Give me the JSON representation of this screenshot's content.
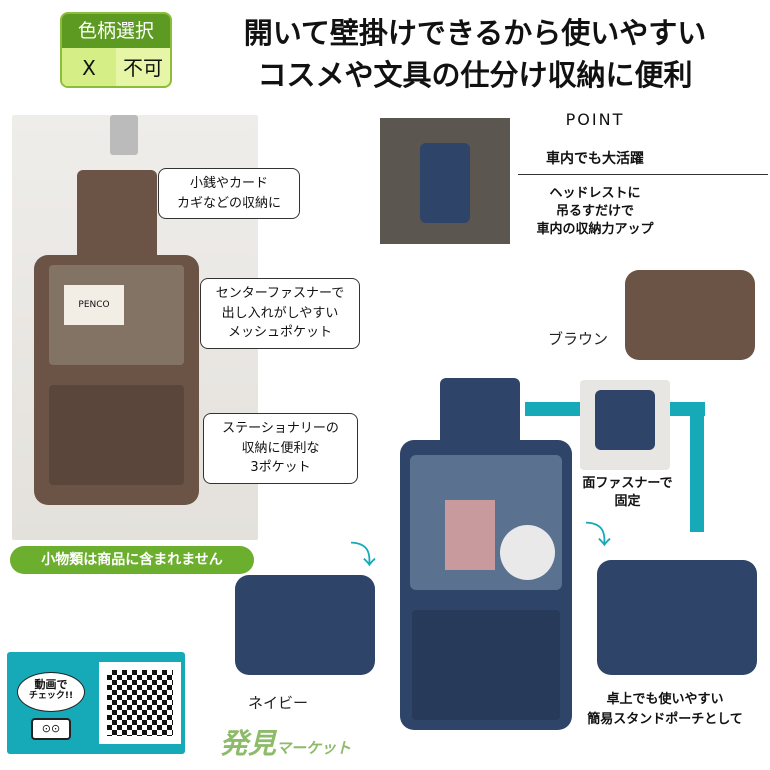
{
  "badge": {
    "title": "色柄選択",
    "mark": "X",
    "status": "不可"
  },
  "headline": {
    "line1": "開いて壁掛けできるから使いやすい",
    "line2": "コスメや文具の仕分け収納に便利"
  },
  "callouts": [
    {
      "text": "小銭やカード\nカギなどの収納に"
    },
    {
      "text": "センターファスナーで\n出し入れがしやすい\nメッシュポケット"
    },
    {
      "text": "ステーショナリーの\n収納に便利な\n3ポケット"
    }
  ],
  "notice": "小物類は商品に含まれません",
  "point": {
    "label": "POINT",
    "title": "車内でも大活躍",
    "desc": "ヘッドレストに\n吊るすだけで\n車内の収納力アップ"
  },
  "colors_labels": {
    "brown": "ブラウン",
    "navy": "ネイビー"
  },
  "velcro_note": "面ファスナーで\n固定",
  "stand_note": "卓上でも使いやすい\n簡易スタンドポーチとして",
  "video": {
    "line1": "動画で",
    "line2": "チェック!!"
  },
  "logo": {
    "main": "発見",
    "sub": "マーケット"
  },
  "brand_text": "PENCO",
  "accent": {
    "teal": "#16aab8",
    "green": "#6cae2d",
    "logo": "#8dbb6a"
  }
}
